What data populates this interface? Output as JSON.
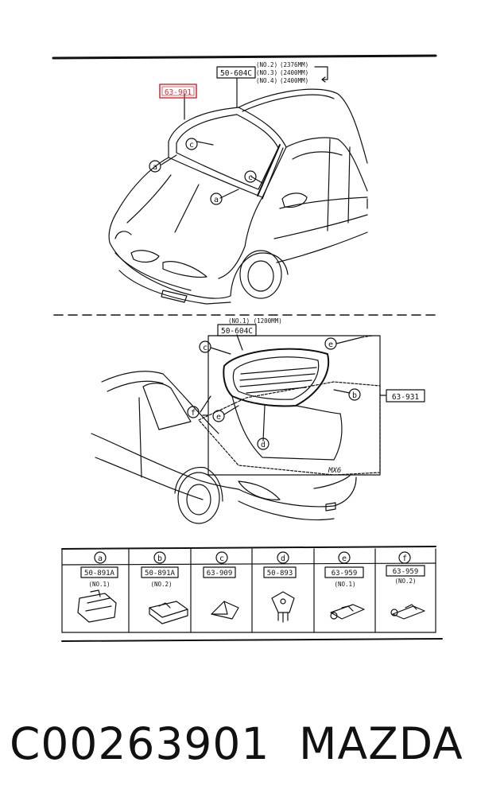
{
  "front": {
    "part_highlight": "63-901",
    "molding_part": "50-604C",
    "variants": [
      {
        "no": "(NO.2)",
        "len": "(2376MM)"
      },
      {
        "no": "(NO.3)",
        "len": "(2400MM)"
      },
      {
        "no": "(NO.4)",
        "len": "(2400MM)"
      }
    ],
    "callouts": {
      "a1": "a",
      "a2": "a",
      "c1": "c",
      "c2": "c"
    }
  },
  "rear": {
    "molding_part": "50-604C",
    "molding_variant": "(NO.1) (1200MM)",
    "glass_part": "63-931",
    "callouts": {
      "c": "c",
      "e1": "e",
      "e2": "e",
      "b": "b",
      "f": "f",
      "d": "d"
    },
    "badge": "MX6"
  },
  "table": {
    "columns": [
      {
        "letter": "a",
        "part": "50-891A",
        "sub": "(NO.1)"
      },
      {
        "letter": "b",
        "part": "50-891A",
        "sub": "(NO.2)"
      },
      {
        "letter": "c",
        "part": "63-909",
        "sub": ""
      },
      {
        "letter": "d",
        "part": "50-893",
        "sub": ""
      },
      {
        "letter": "e",
        "part": "63-959",
        "sub": "(NO.1)"
      },
      {
        "letter": "f",
        "part": "63-959",
        "sub": "(NO.2)"
      }
    ]
  },
  "footer": {
    "part_number": "C00263901",
    "brand": "MAZDA"
  },
  "colors": {
    "highlight": "#d9343a",
    "ink": "#111111"
  }
}
